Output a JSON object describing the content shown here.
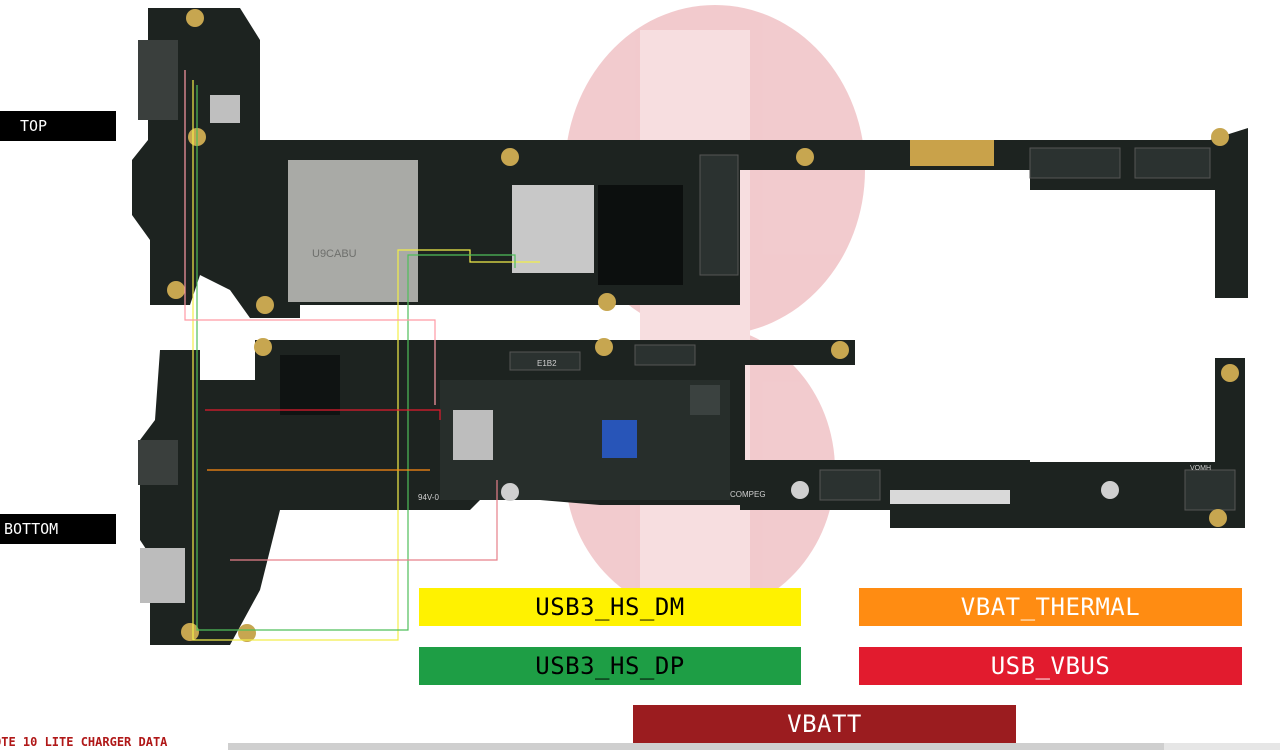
{
  "labels": {
    "top": "TOP",
    "bottom": "BOTTOM"
  },
  "legend": {
    "usb3_hs_dm": "USB3_HS_DM",
    "usb3_hs_dp": "USB3_HS_DP",
    "vbat_thermal": "VBAT_THERMAL",
    "usb_vbus": "USB_VBUS",
    "vbatt": "VBATT"
  },
  "caption": "OTE 10 LITE CHARGER DATA",
  "silkscreen": {
    "sim_tray": "U9CABU",
    "conn_top": "E1B2",
    "marking_1": "94V-0",
    "marking_2": "COMPEG",
    "marking_3": "VOMH"
  },
  "colors": {
    "usb3_hs_dm": "#fff200",
    "usb3_hs_dp": "#1e9e45",
    "vbat_thermal": "#ff8c12",
    "usb_vbus": "#e21b2e",
    "vbatt": "#9b1c1f",
    "board": "#1d2320",
    "watermark": "#e8a0a5"
  }
}
